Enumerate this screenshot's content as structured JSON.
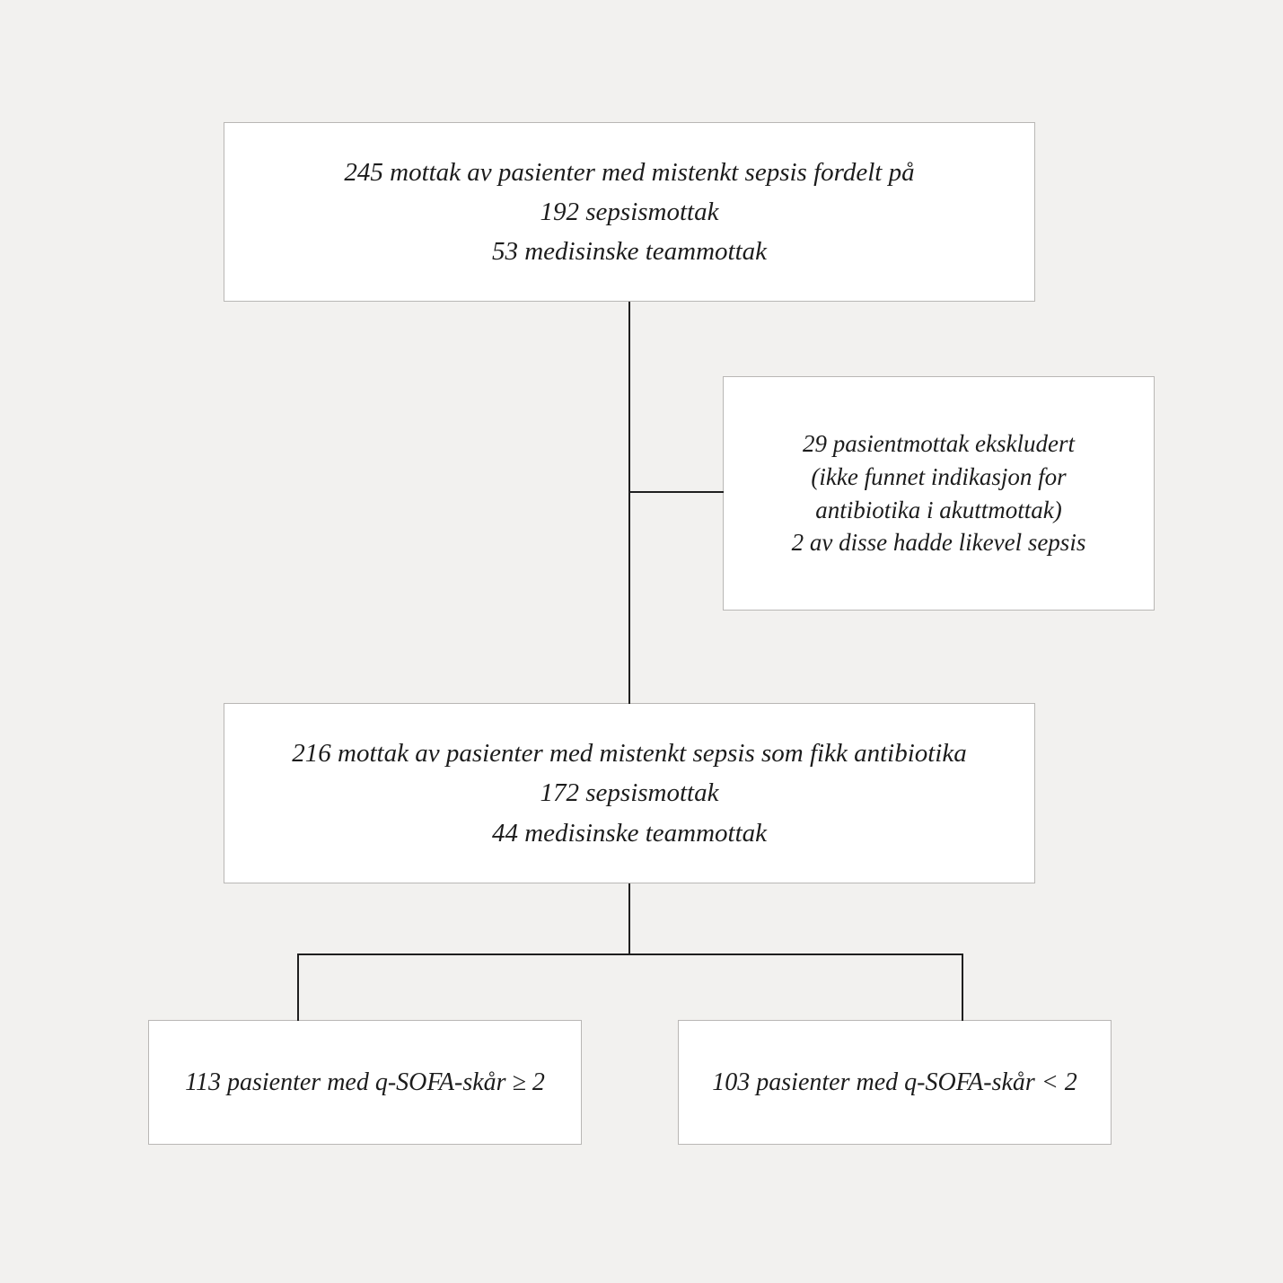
{
  "figure": {
    "type": "flowchart",
    "language": "nb-NO",
    "background_color": "#f2f1ef",
    "box_fill_color": "#ffffff",
    "box_border_color": "#b9b7b5",
    "connector_color": "#1f1f1f"
  },
  "nodes": {
    "top": {
      "lines": [
        "245 mottak av pasienter med mistenkt sepsis fordelt på",
        "192 sepsismottak",
        "53 medisinske teammottak"
      ]
    },
    "excluded": {
      "lines": [
        "29 pasientmottak ekskludert",
        "(ikke funnet indikasjon for",
        "antibiotika i akuttmottak)",
        "2 av disse hadde likevel sepsis"
      ]
    },
    "included": {
      "lines": [
        "216 mottak av pasienter med mistenkt sepsis som fikk antibiotika",
        "172 sepsismottak",
        "44 medisinske teammottak"
      ]
    },
    "qsofa_high": {
      "lines": [
        "113 pasienter med q-SOFA-skår ≥ 2"
      ]
    },
    "qsofa_low": {
      "lines": [
        "103 pasienter med q-SOFA-skår < 2"
      ]
    }
  },
  "chart_data": {
    "type": "flowchart",
    "title": "",
    "nodes": [
      {
        "id": "top",
        "label": "245 mottak av pasienter med mistenkt sepsis fordelt på / 192 sepsismottak / 53 medisinske teammottak",
        "values": {
          "total_mottak": 245,
          "sepsismottak": 192,
          "medisinske_teammottak": 53
        }
      },
      {
        "id": "excluded",
        "label": "29 pasientmottak ekskludert (ikke funnet indikasjon for antibiotika i akuttmottak) / 2 av disse hadde likevel sepsis",
        "values": {
          "ekskludert": 29,
          "hadde_likevel_sepsis": 2
        }
      },
      {
        "id": "included",
        "label": "216 mottak av pasienter med mistenkt sepsis som fikk antibiotika / 172 sepsismottak / 44 medisinske teammottak",
        "values": {
          "total_mottak": 216,
          "sepsismottak": 172,
          "medisinske_teammottak": 44
        }
      },
      {
        "id": "qsofa_high",
        "label": "113 pasienter med q-SOFA-skår ≥ 2",
        "values": {
          "pasienter": 113,
          "qsofa": "≥ 2"
        }
      },
      {
        "id": "qsofa_low",
        "label": "103 pasienter med q-SOFA-skår < 2",
        "values": {
          "pasienter": 103,
          "qsofa": "< 2"
        }
      }
    ],
    "edges": [
      {
        "from": "top",
        "to": "excluded",
        "kind": "exclusion"
      },
      {
        "from": "top",
        "to": "included",
        "kind": "flow"
      },
      {
        "from": "included",
        "to": "qsofa_high",
        "kind": "split"
      },
      {
        "from": "included",
        "to": "qsofa_low",
        "kind": "split"
      }
    ]
  }
}
